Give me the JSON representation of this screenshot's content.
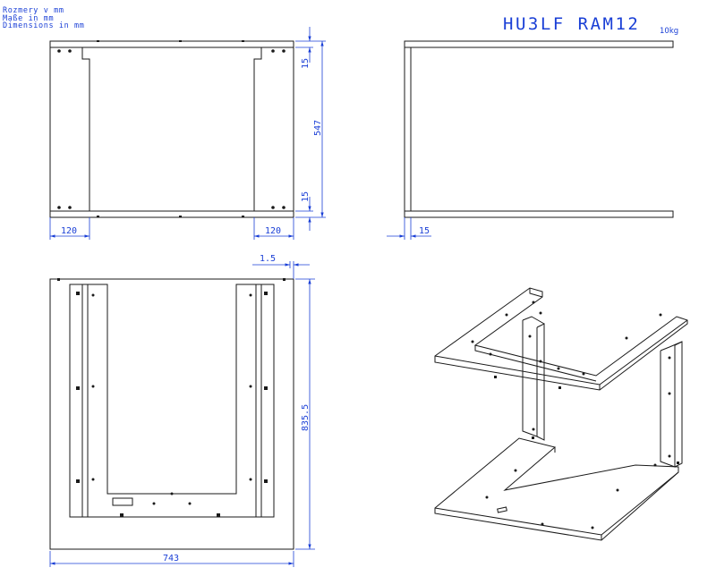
{
  "header": {
    "units_lines": [
      "Rozmery v mm",
      "Maße in mm",
      "Dimensions in mm"
    ],
    "title": "HU3LF RAM12",
    "weight": "10kg"
  },
  "dimensions": {
    "front_width_left": "120",
    "front_width_right": "120",
    "front_top": "15",
    "front_height": "547",
    "front_bottom": "15",
    "side_thickness": "15",
    "plan_offset": "1.5",
    "plan_depth": "835.5",
    "plan_width": "743"
  },
  "colors": {
    "line": "#1a1a1a",
    "dimension": "#1a3fd6"
  }
}
